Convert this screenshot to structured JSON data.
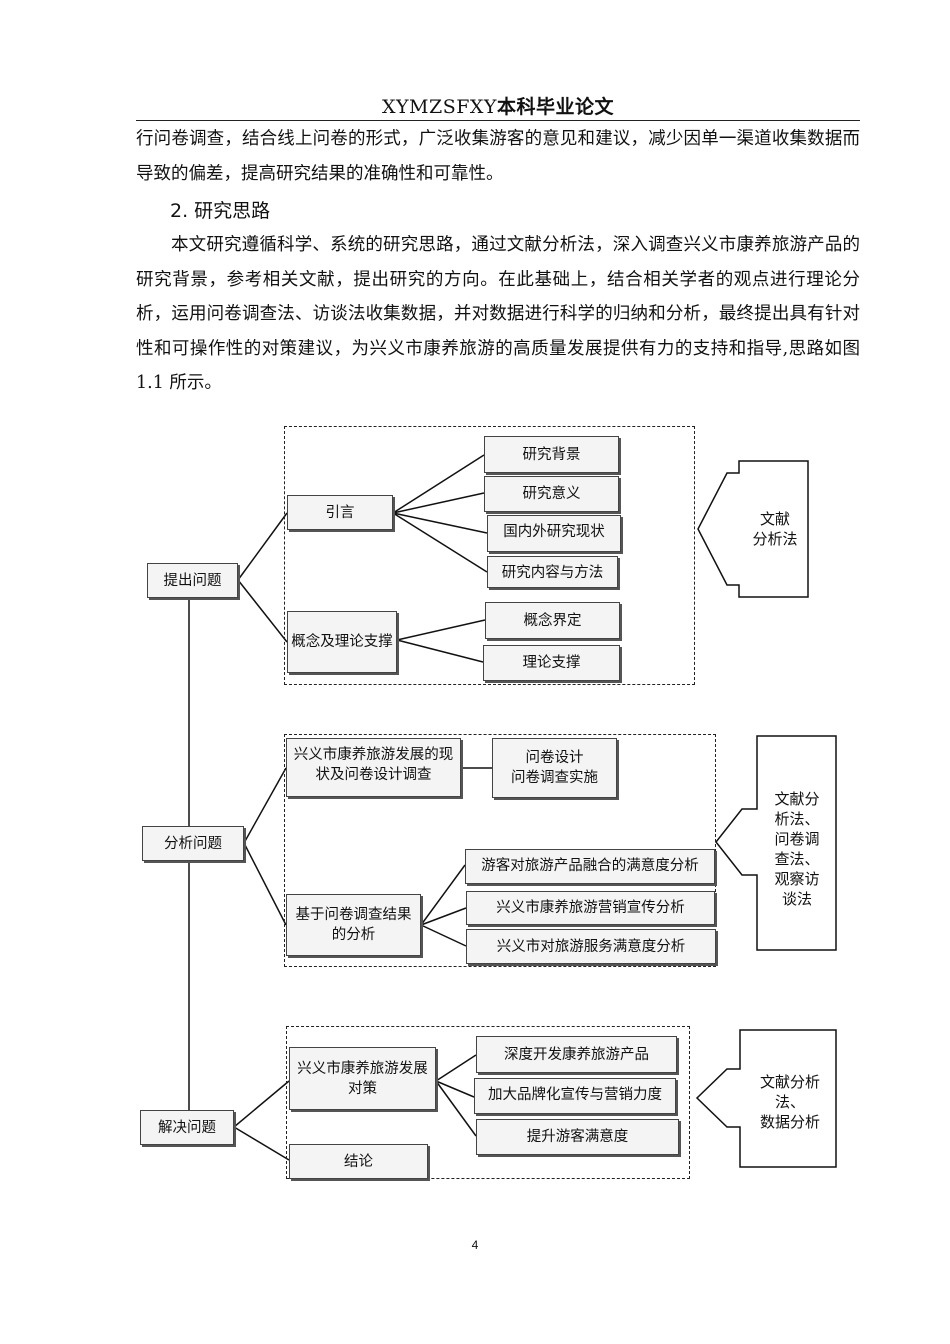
{
  "header": {
    "code": "XYMZSFXY",
    "title": "本科毕业论文"
  },
  "paragraphs": {
    "p1": "行问卷调查，结合线上问卷的形式，广泛收集游客的意见和建议，减少因单一渠道收集数据而导致的偏差，提高研究结果的准确性和可靠性。",
    "p2": "本文研究遵循科学、系统的研究思路，通过文献分析法，深入调查兴义市康养旅游产品的研究背景，参考相关文献，提出研究的方向。在此基础上，结合相关学者的观点进行理论分析，运用问卷调查法、访谈法收集数据，并对数据进行科学的归纳和分析，最终提出具有针对性和可操作性的对策建议，为兴义市康养旅游的高质量发展提供有力的支持和指导,思路如图 1.1 所示。"
  },
  "section_heading": "2. 研究思路",
  "diagram": {
    "stages": {
      "s1": "提出问题",
      "s2": "分析问题",
      "s3": "解决问题"
    },
    "group1": {
      "intro": "引言",
      "intro_items": [
        "研究背景",
        "研究意义",
        "国内外研究现状",
        "研究内容与方法"
      ],
      "theory": "概念及理论支撑",
      "theory_items": [
        "概念界定",
        "理论支撑"
      ],
      "method": "文献\n分析法"
    },
    "group2": {
      "status": "兴义市康养旅游发展的现状及问卷设计调查",
      "status_items": [
        "问卷设计\n问卷调查实施"
      ],
      "analysis": "基于问卷调查结果的分析",
      "analysis_items": [
        "游客对旅游产品融合的满意度分析",
        "兴义市康养旅游营销宣传分析",
        "兴义市对旅游服务满意度分析"
      ],
      "method": "文献分\n析法、\n问卷调\n查法、\n观察访\n谈法"
    },
    "group3": {
      "strategy": "兴义市康养旅游发展对策",
      "strategy_items": [
        "深度开发康养旅游产品",
        "加大品牌化宣传与营销力度",
        "提升游客满意度"
      ],
      "conclusion": "结论",
      "method": "文献分析\n法、\n数据分析"
    }
  },
  "page_number": "4"
}
